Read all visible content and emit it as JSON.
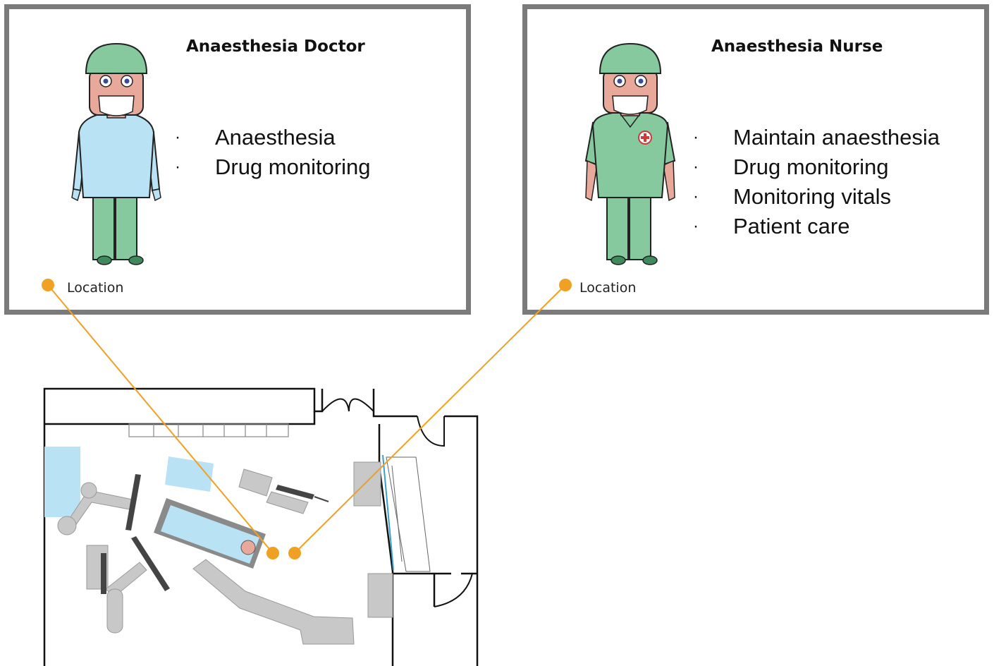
{
  "roles": [
    {
      "title": "Anaesthesia Doctor",
      "duties": [
        "Anaesthesia",
        "Drug monitoring"
      ],
      "location_label": "Location",
      "scrub_color": "#b9e2f5"
    },
    {
      "title": "Anaesthesia Nurse",
      "duties": [
        "Maintain anaesthesia",
        "Drug monitoring",
        "Monitoring vitals",
        "Patient care"
      ],
      "location_label": "Location",
      "scrub_color": "#86c99e"
    }
  ],
  "bullet": "·",
  "colors": {
    "accent": "#f0a023",
    "frame": "#7a7a7a",
    "cap": "#86c99e",
    "table": "#b9e2f5",
    "equipment": "#c8c8c8"
  }
}
